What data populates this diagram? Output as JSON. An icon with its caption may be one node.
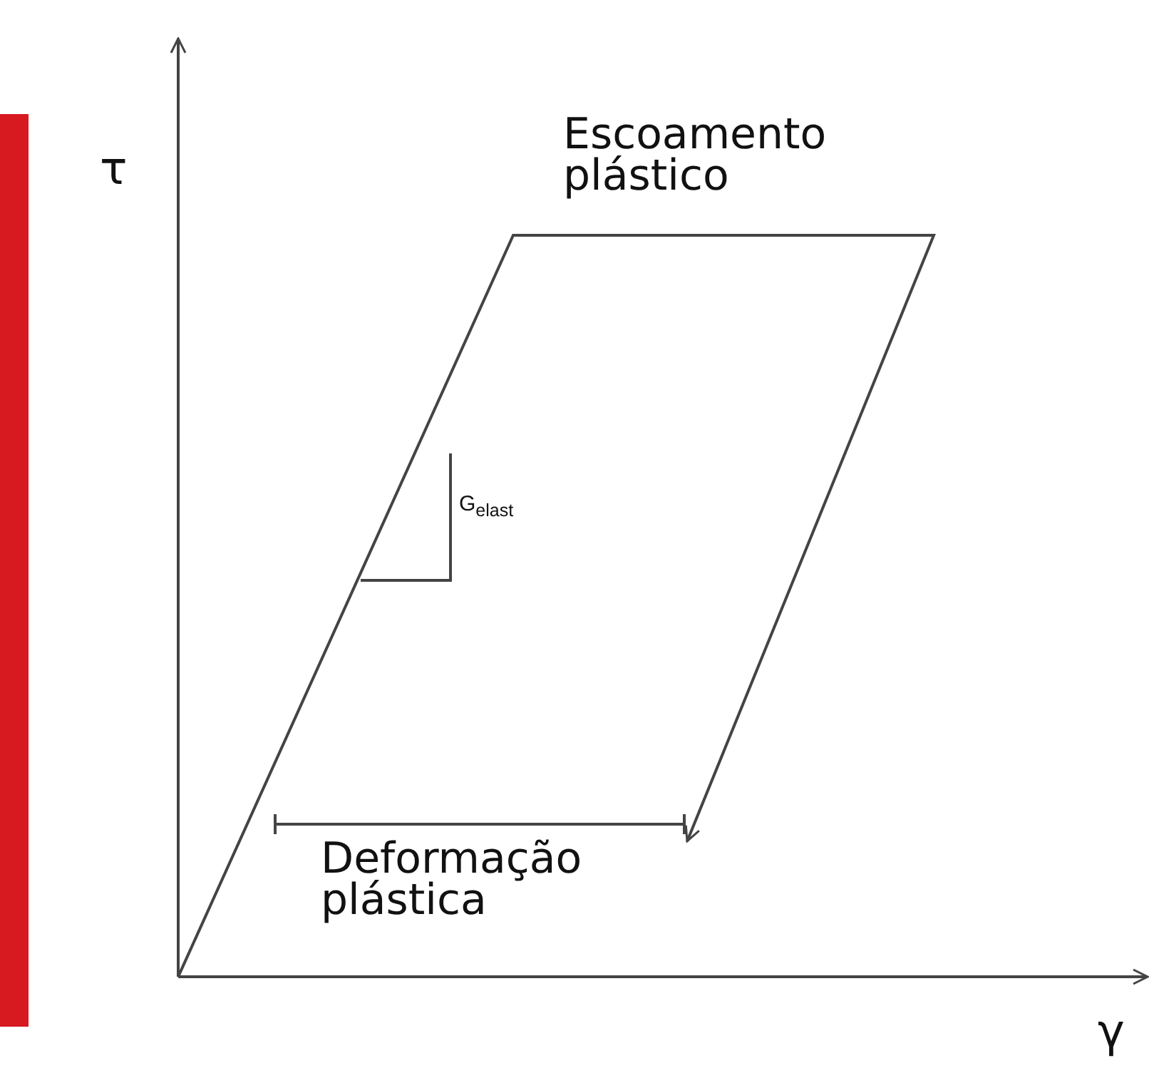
{
  "diagram": {
    "nodes": [
      {
        "text": [],
        "shape": "bar"
      }
    ],
    "labels": [
      "τ",
      "Escoamento plástico",
      "G$_{elast}$",
      "Deformação plástica",
      "γ"
    ]
  }
}
